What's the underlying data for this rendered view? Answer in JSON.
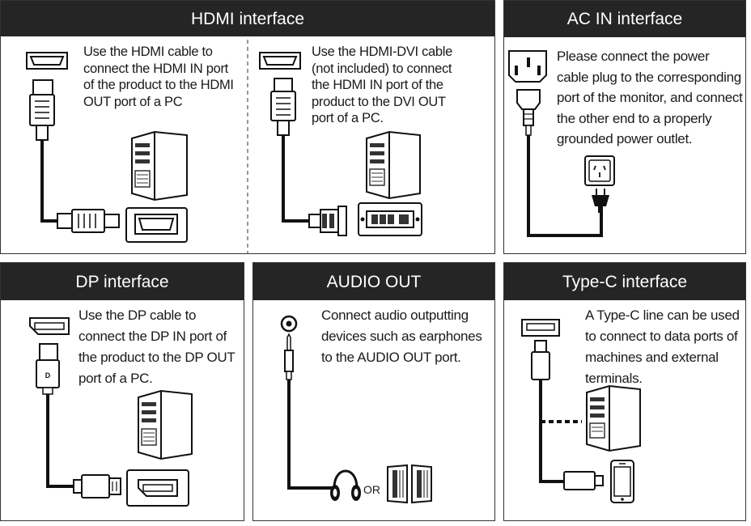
{
  "panels": {
    "hdmi": {
      "title": "HDMI interface",
      "desc_left": "Use the HDMI cable to connect the HDMI IN port of the product to the HDMI OUT port of a PC",
      "desc_right": "Use the HDMI-DVI cable (not included) to connect the HDMI IN port of the product to the DVI OUT port of a PC."
    },
    "acin": {
      "title": "AC IN interface",
      "desc": "Please connect the power cable plug to the corresponding port of the monitor, and connect the other end to a properly grounded power outlet."
    },
    "dp": {
      "title": "DP interface",
      "desc": "Use the DP cable to connect the DP IN port of the product to the DP OUT port of a PC."
    },
    "audio": {
      "title": "AUDIO OUT",
      "desc": "Connect audio outputting devices such as earphones to the AUDIO OUT port.",
      "or_label": "OR"
    },
    "typec": {
      "title": "Type-C interface",
      "desc": "A Type-C line can be used to connect to data ports of machines and external terminals."
    }
  },
  "colors": {
    "header_bg": "#252525",
    "header_text": "#ffffff",
    "line": "#111111"
  },
  "icons": [
    "hdmi-port-icon",
    "hdmi-plug-icon",
    "pc-tower-icon",
    "dvi-port-icon",
    "dvi-plug-icon",
    "ac-port-icon",
    "power-plug-icon",
    "wall-outlet-icon",
    "dp-port-icon",
    "dp-plug-icon",
    "audio-jack-icon",
    "headphones-icon",
    "speakers-icon",
    "usb-port-icon",
    "phone-icon"
  ]
}
